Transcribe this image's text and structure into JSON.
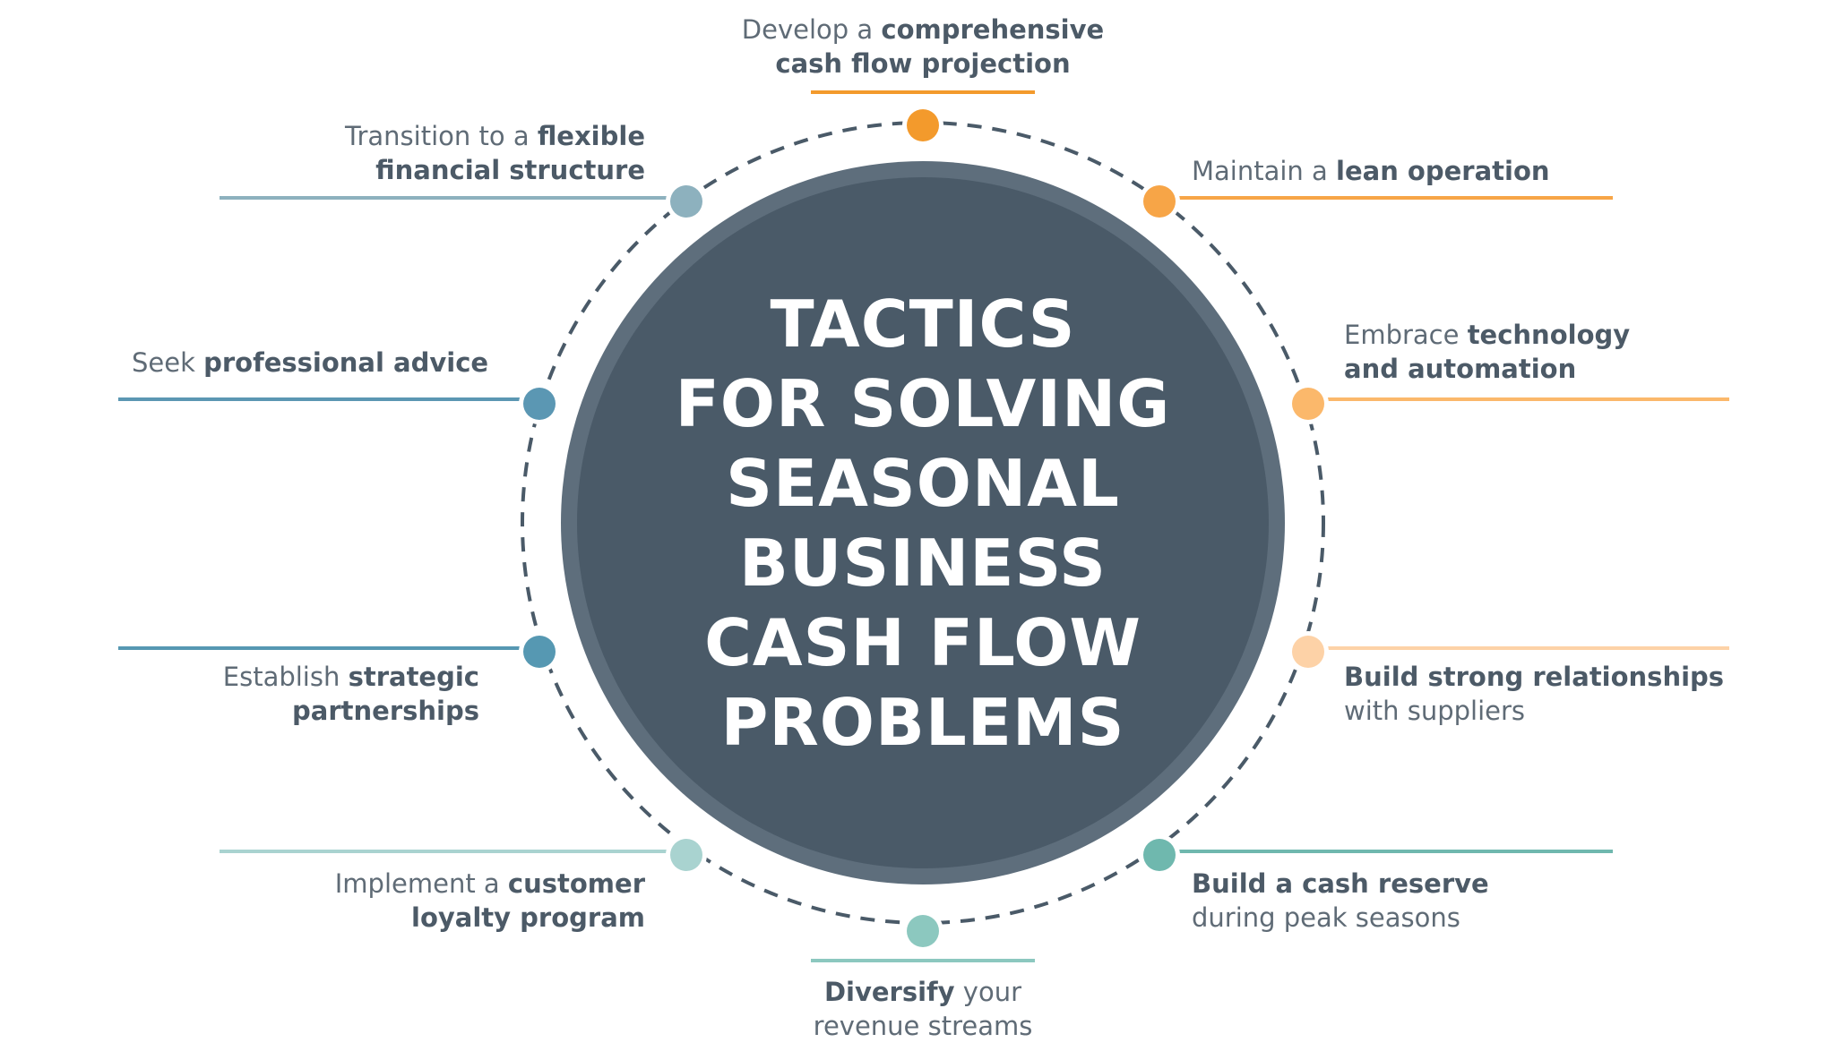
{
  "title": {
    "lines": [
      "TACTICS",
      "FOR SOLVING",
      "SEASONAL",
      "BUSINESS",
      "CASH FLOW",
      "PROBLEMS"
    ]
  },
  "colors": {
    "center_circle": "#4a5a68",
    "center_ring": "#5e6e7c",
    "dashed_ring": "#4a5a68",
    "text_regular": "#5f6b76",
    "text_bold": "#4c5a67",
    "title_text": "#ffffff"
  },
  "tactics": [
    {
      "id": "cash-flow-projection",
      "pre": "Develop a ",
      "bold1": "comprehensive",
      "line2_bold": "cash flow projection",
      "line2_rest": "",
      "color": "#f39a2c"
    },
    {
      "id": "lean-operation",
      "pre": "Maintain a ",
      "bold1": "lean operation",
      "line2_bold": "",
      "line2_rest": "",
      "color": "#f7a547"
    },
    {
      "id": "technology-automation",
      "pre": "Embrace ",
      "bold1": "technology",
      "line2_bold": "and automation",
      "line2_rest": "",
      "color": "#fbb86b"
    },
    {
      "id": "supplier-relationships",
      "pre": "",
      "bold1": "Build strong relationships",
      "line2_bold": "",
      "line2_rest": "with suppliers",
      "color": "#fdd2a7"
    },
    {
      "id": "cash-reserve",
      "pre": "",
      "bold1": "Build a cash reserve",
      "line2_bold": "",
      "line2_rest": "during peak seasons",
      "color": "#6fb8ae"
    },
    {
      "id": "diversify-revenue",
      "pre": "",
      "bold1": "Diversify",
      "post1": " your",
      "line2_bold": "",
      "line2_rest": "revenue streams",
      "color": "#8cc8bf"
    },
    {
      "id": "customer-loyalty",
      "pre": "Implement a ",
      "bold1": "customer",
      "line2_bold": "loyalty program",
      "line2_rest": "",
      "color": "#a9d3d0"
    },
    {
      "id": "strategic-partnerships",
      "pre": "Establish ",
      "bold1": "strategic",
      "line2_bold": "partnerships",
      "line2_rest": "",
      "color": "#5698b2"
    },
    {
      "id": "professional-advice",
      "pre": "Seek ",
      "bold1": "professional advice",
      "line2_bold": "",
      "line2_rest": "",
      "color": "#5b97b3"
    },
    {
      "id": "flexible-structure",
      "pre": "Transition to a ",
      "bold1": "flexible",
      "line2_bold": "financial structure",
      "line2_rest": "",
      "color": "#8db1be"
    }
  ]
}
